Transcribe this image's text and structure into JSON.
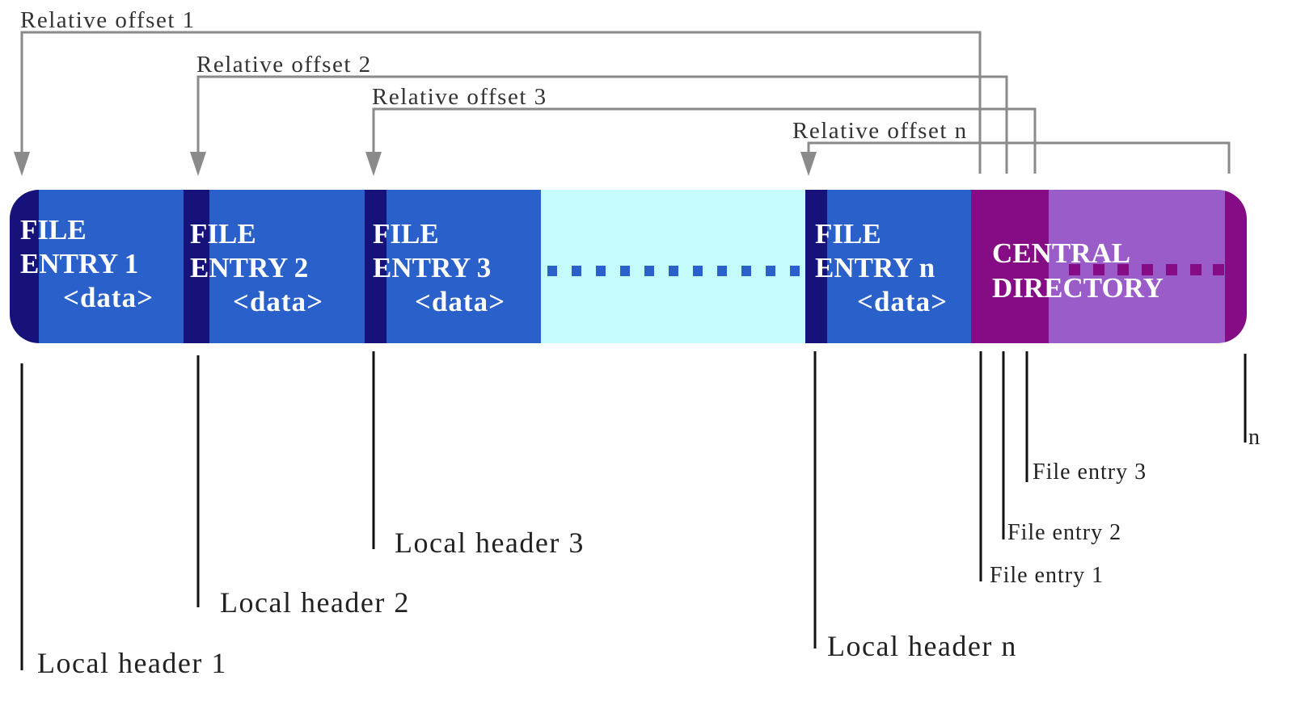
{
  "colors": {
    "header_band": "#16127a",
    "entry_body": "#2a60c9",
    "gap": "#c4fbfb",
    "dots_blue": "#2a60c9",
    "central_dark": "#850c85",
    "central_light": "#9a5cc8",
    "arrow_gray": "#8a8a8a",
    "line_black": "#111111"
  },
  "offsets": {
    "o1": "Relative offset 1",
    "o2": "Relative offset 2",
    "o3": "Relative offset 3",
    "on": "Relative offset n"
  },
  "entries": {
    "e1": {
      "title": "FILE",
      "subtitle": "ENTRY 1",
      "data": "<data>"
    },
    "e2": {
      "title": "FILE",
      "subtitle": "ENTRY 2",
      "data": "<data>"
    },
    "e3": {
      "title": "FILE",
      "subtitle": "ENTRY 3",
      "data": "<data>"
    },
    "en": {
      "title": "FILE",
      "subtitle": "ENTRY n",
      "data": "<data>"
    }
  },
  "central": {
    "line1": "CENTRAL",
    "line2": "DIRECTORY"
  },
  "local_headers": {
    "h1": "Local header 1",
    "h2": "Local header 2",
    "h3": "Local header 3",
    "hn": "Local header n"
  },
  "dir_entries": {
    "d1": "File entry 1",
    "d2": "File entry 2",
    "d3": "File entry 3",
    "dn": "n"
  }
}
